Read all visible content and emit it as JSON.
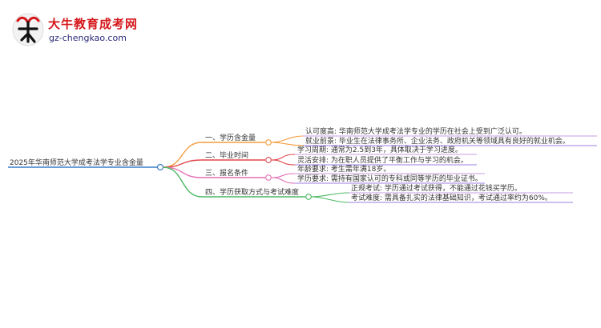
{
  "logo": {
    "name": "大牛教育成考网",
    "site": "gz-chengkao.com"
  },
  "mindmap": {
    "root": "2025年华南师范大学成考法学专业含金量",
    "branches": [
      {
        "label": "一、学历含金量",
        "color": "#f39c3d",
        "children": [
          "认可度高: 华南师范大学成考法学专业的学历在社会上受到广泛认可。",
          "就业前景: 毕业生在法律事务所、企业法务、政府机关等领域具有良好的就业机会。"
        ]
      },
      {
        "label": "二、毕业时间",
        "color": "#e0474c",
        "children": [
          "学习周期: 通常为2.5到3年，具体取决于学习进度。",
          "灵活安排: 为在职人员提供了平衡工作与学习的机会。"
        ]
      },
      {
        "label": "三、报名条件",
        "color": "#e36fb4",
        "children": [
          "年龄要求: 考生需年满18岁。",
          "学历要求: 需持有国家认可的专科或同等学历的毕业证书。"
        ]
      },
      {
        "label": "四、学历获取方式与考试难度",
        "color": "#4cb863",
        "children": [
          "正规考试: 学历通过考试获得，不能通过花钱买学历。",
          "考试难度: 需具备扎实的法律基础知识，考试通过率约为60%。"
        ]
      }
    ],
    "child_colors": [
      "#c79be6",
      "#9b7fe0"
    ],
    "root_color": "#3a7ec8"
  }
}
